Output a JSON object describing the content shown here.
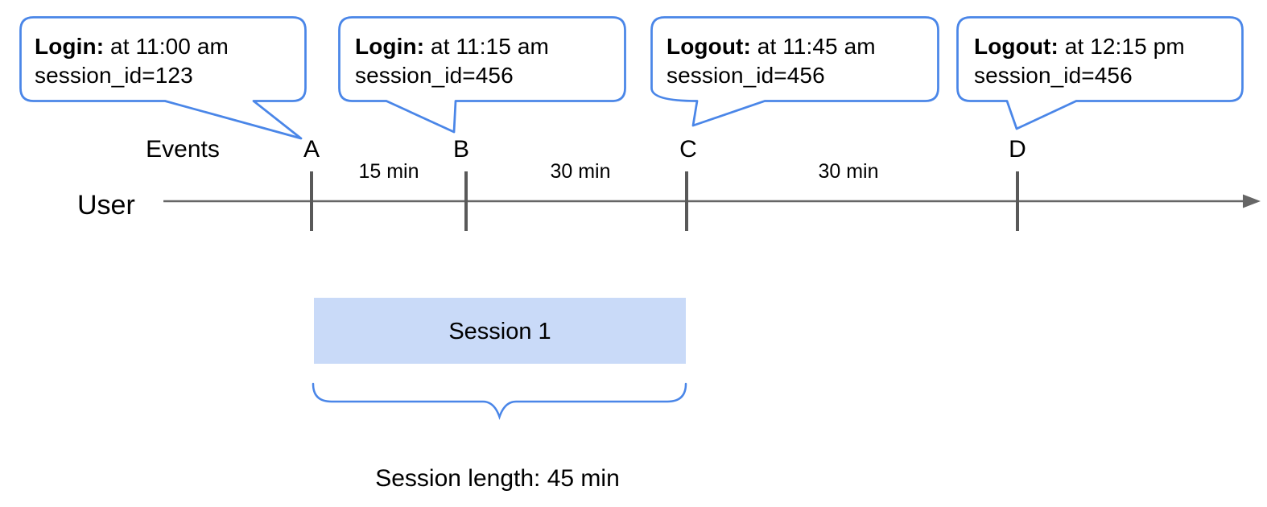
{
  "colors": {
    "accent_blue": "#4a86e8",
    "session_fill": "#c9daf8",
    "timeline_gray": "#666666",
    "tick_gray": "#595959",
    "text_black": "#000000"
  },
  "axis": {
    "actor_label": "User",
    "events_label": "Events"
  },
  "events": [
    {
      "id": "A",
      "type_label": "Login:",
      "time_text": "at 11:00 am",
      "session_text": "session_id=123"
    },
    {
      "id": "B",
      "type_label": "Login:",
      "time_text": "at 11:15 am",
      "session_text": "session_id=456"
    },
    {
      "id": "C",
      "type_label": "Logout:",
      "time_text": "at 11:45 am",
      "session_text": "session_id=456"
    },
    {
      "id": "D",
      "type_label": "Logout:",
      "time_text": "at 12:15 pm",
      "session_text": "session_id=456"
    }
  ],
  "intervals": [
    {
      "between": "A-B",
      "label": "15 min"
    },
    {
      "between": "B-C",
      "label": "30 min"
    },
    {
      "between": "C-D",
      "label": "30 min"
    }
  ],
  "session": {
    "box_label": "Session 1",
    "length_label": "Session length: 45 min"
  }
}
